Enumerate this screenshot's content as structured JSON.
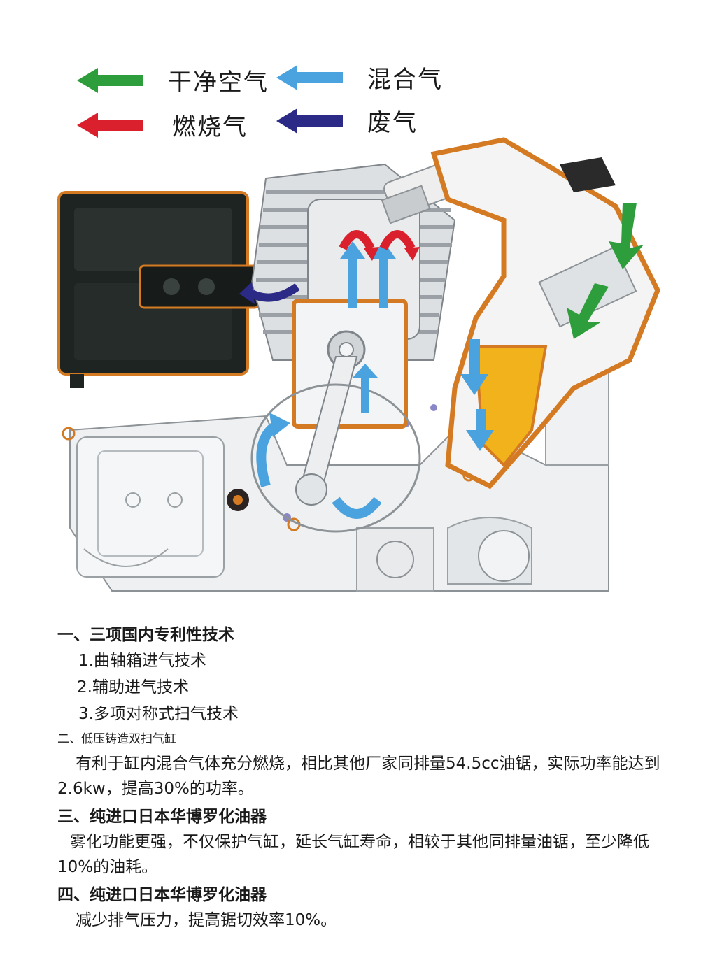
{
  "legend": {
    "items": [
      {
        "label": "干净空气",
        "color": "#2e9d3c",
        "icon": "green-arrow-icon"
      },
      {
        "label": "混合气",
        "color": "#4aa3df",
        "icon": "blue-arrow-icon"
      },
      {
        "label": "燃烧气",
        "color": "#d9202c",
        "icon": "red-arrow-icon"
      },
      {
        "label": "废气",
        "color": "#2b2a86",
        "icon": "navy-arrow-icon"
      }
    ]
  },
  "colors": {
    "engine_orange": "#d47a22",
    "carb_yellow": "#f2b21c",
    "air_filter_black": "#1e2422",
    "metal_gray": "#c8ccd0"
  },
  "sections": {
    "s1_title": "一、三项国内专利性技术",
    "s1_items": [
      "1.曲轴箱进气技术",
      "2.辅助进气技术",
      "3.多项对称式扫气技术"
    ],
    "s2_title": "二、低压铸造双扫气缸",
    "s2_body": "有利于缸内混合气体充分燃烧，相比其他厂家同排量54.5cc油锯，实际功率能达到2.6kw，提高30%的功率。",
    "s3_title": "三、纯进口日本华博罗化油器",
    "s3_body": "雾化功能更强，不仅保护气缸，延长气缸寿命，相较于其他同排量油锯，至少降低10%的油耗。",
    "s4_title": "四、纯进口日本华博罗化油器",
    "s4_body": "减少排气压力，提高锯切效率10%。"
  }
}
